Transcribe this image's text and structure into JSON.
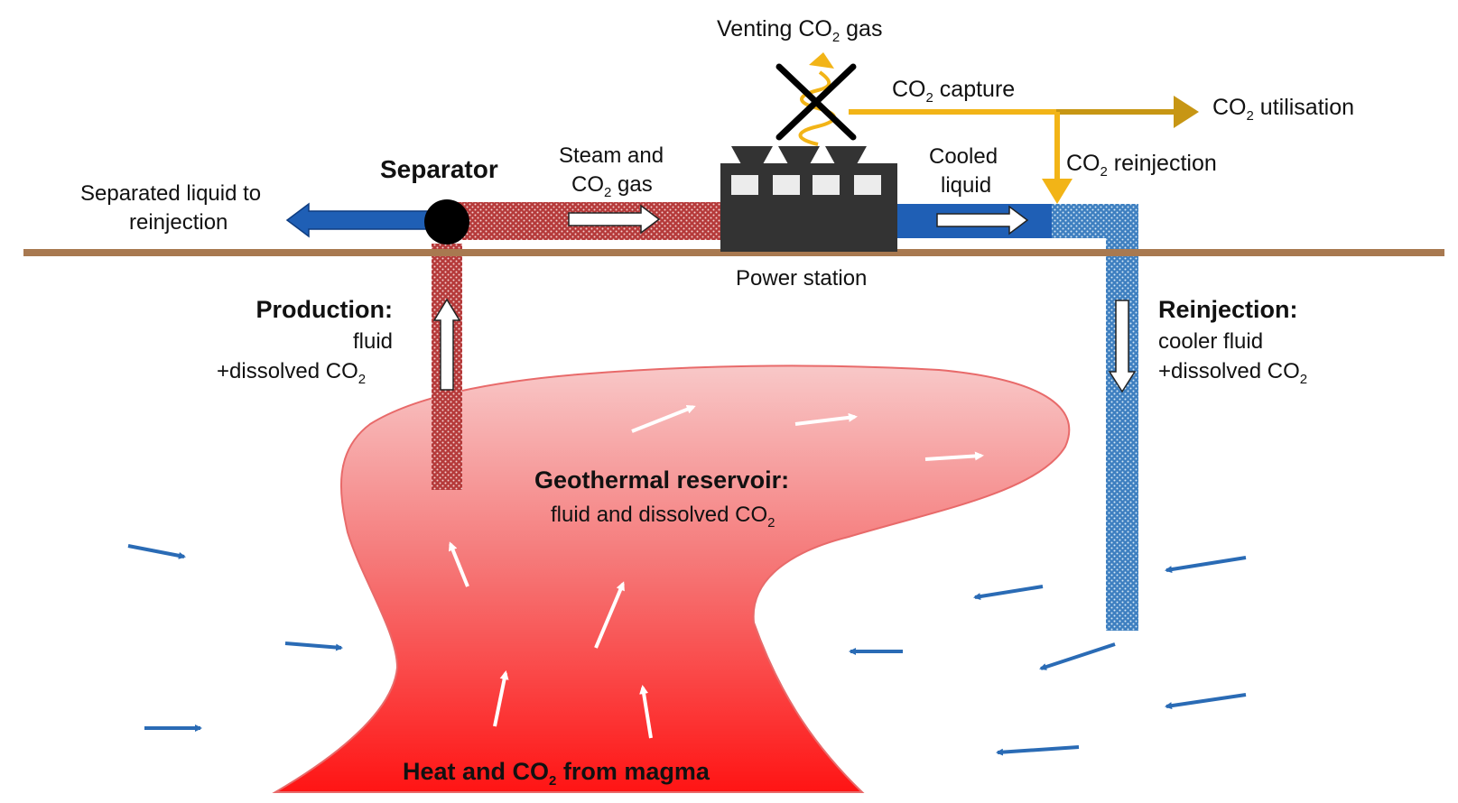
{
  "labels": {
    "venting": "Venting CO",
    "venting_gas": "gas",
    "co2_capture": "CO",
    "co2_capture_word": "capture",
    "co2_utilisation": "CO",
    "co2_utilisation_word": "utilisation",
    "co2_reinjection": "CO",
    "co2_reinjection_word": "reinjection",
    "separator": "Separator",
    "separated_liquid_line1": "Separated liquid to",
    "separated_liquid_line2": "reinjection",
    "steam_line1": "Steam and",
    "steam_line2": "CO",
    "steam_line2_gas": "gas",
    "cooled_line1": "Cooled",
    "cooled_line2": "liquid",
    "power_station": "Power station",
    "production_title": "Production:",
    "production_line1": "fluid",
    "production_line2": "+dissolved CO",
    "reinjection_title": "Reinjection:",
    "reinjection_line1": "cooler fluid",
    "reinjection_line2": "+dissolved CO",
    "reservoir_title": "Geothermal reservoir:",
    "reservoir_line": "fluid and dissolved CO",
    "magma_text": "Heat and CO",
    "magma_text_end": "from magma",
    "subscript": "2"
  },
  "colors": {
    "ground": "#a87950",
    "hot_pipe": "#b53a3a",
    "cold_pipe": "#3e7fc0",
    "separated_liquid": "#1f5fb5",
    "cooled_liquid": "#1f5fb5",
    "co2_line": "#f2b417",
    "co2_utilisation_line": "#c79614",
    "power_station": "#333333",
    "reservoir_top": "#f7c4c4",
    "reservoir_bottom": "#ff1a1a",
    "blue_arrows": "#2a6bb5"
  }
}
